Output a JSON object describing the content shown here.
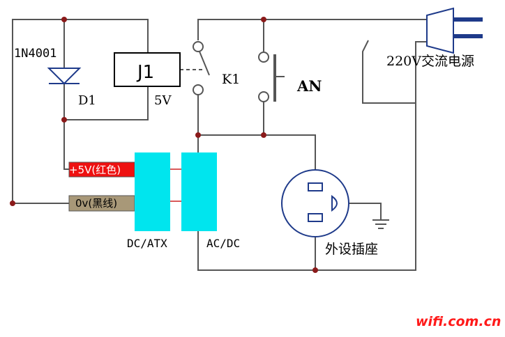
{
  "diode": {
    "part_label": "1N4001",
    "ref_label": "D1"
  },
  "relay": {
    "coil_label": "J1",
    "voltage_label": "5V",
    "contact_label": "K1"
  },
  "button": {
    "label": "AN"
  },
  "power_plug": {
    "label": "220V交流电源"
  },
  "wires": {
    "plus5v_label": "+5V(红色)",
    "zero_v_label": "0v(黑线)"
  },
  "modules": {
    "dc_atx_label": "DC/ATX",
    "ac_dc_label": "AC/DC"
  },
  "outlet": {
    "label": "外设插座"
  },
  "watermark": {
    "text": "wifi.com.cn"
  },
  "colors": {
    "wire": "#555555",
    "module": "#00e5ee",
    "red_tag": "#ee1111",
    "black_tag": "#a89878",
    "node": "#8b1a1a",
    "watermark": "#ff1a1a"
  }
}
